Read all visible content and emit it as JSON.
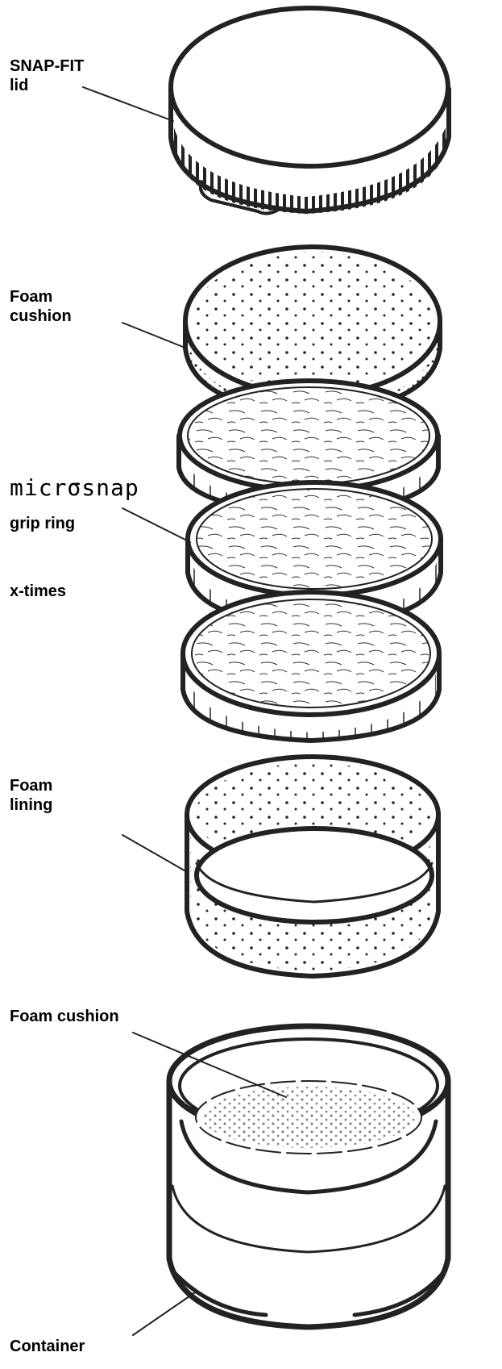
{
  "labels": {
    "lid_line1": "SNAP-FIT",
    "lid_line2": "lid",
    "foam_cushion_top_line1": "Foam",
    "foam_cushion_top_line2": "cushion",
    "brand": "micrσsnap",
    "grip_ring": "grip ring",
    "x_times": "x-times",
    "foam_lining_line1": "Foam",
    "foam_lining_line2": "lining",
    "foam_cushion_bottom": "Foam cushion",
    "container": "Container"
  },
  "colors": {
    "ink": "#222222",
    "paper": "#ffffff"
  }
}
